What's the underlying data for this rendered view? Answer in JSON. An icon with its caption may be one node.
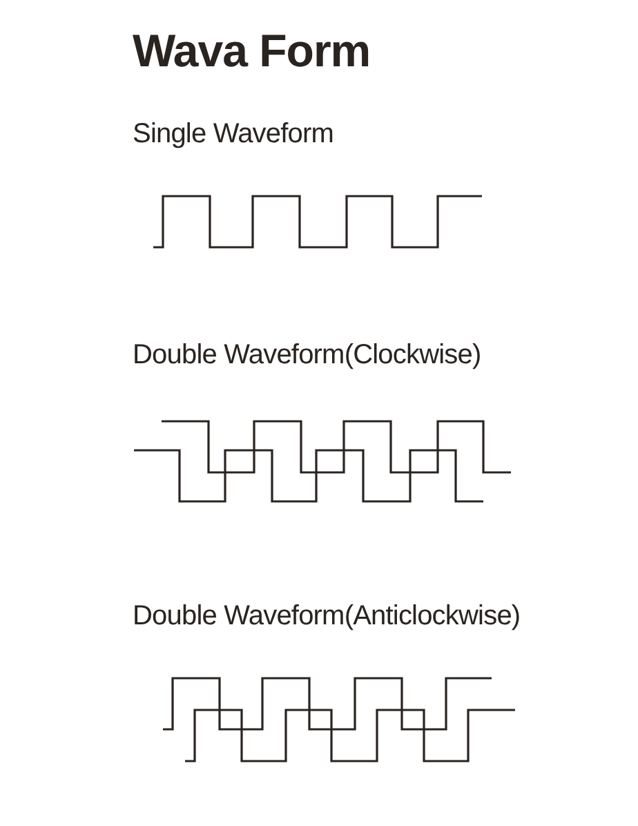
{
  "diagram": {
    "title": "Wava Form",
    "labels": [
      "Single Waveform",
      "Double Waveform(Clockwise)",
      "Double Waveform(Anticlockwise)"
    ]
  }
}
